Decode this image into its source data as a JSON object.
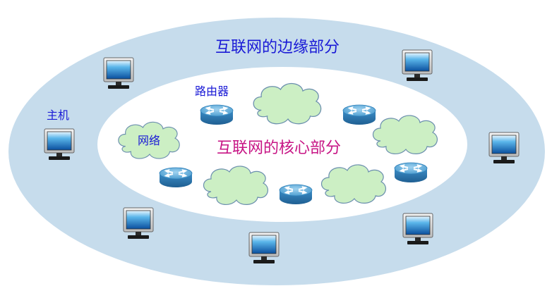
{
  "labels": {
    "edge_title": "互联网的边缘部分",
    "core_title": "互联网的核心部分",
    "host": "主机",
    "router": "路由器",
    "network": "网络"
  },
  "colors": {
    "outer_ellipse": "#c6dcec",
    "inner_ellipse": "#ffffff",
    "cloud_fill": "#ccefc4",
    "cloud_stroke": "#6b8fae",
    "router_top": "#5aa6d6",
    "router_side": "#2f7fb8",
    "edge_title": "#1a1ad6",
    "core_title": "#c71585"
  },
  "icons": [
    "host-computer-icon",
    "router-icon",
    "network-cloud-icon"
  ]
}
